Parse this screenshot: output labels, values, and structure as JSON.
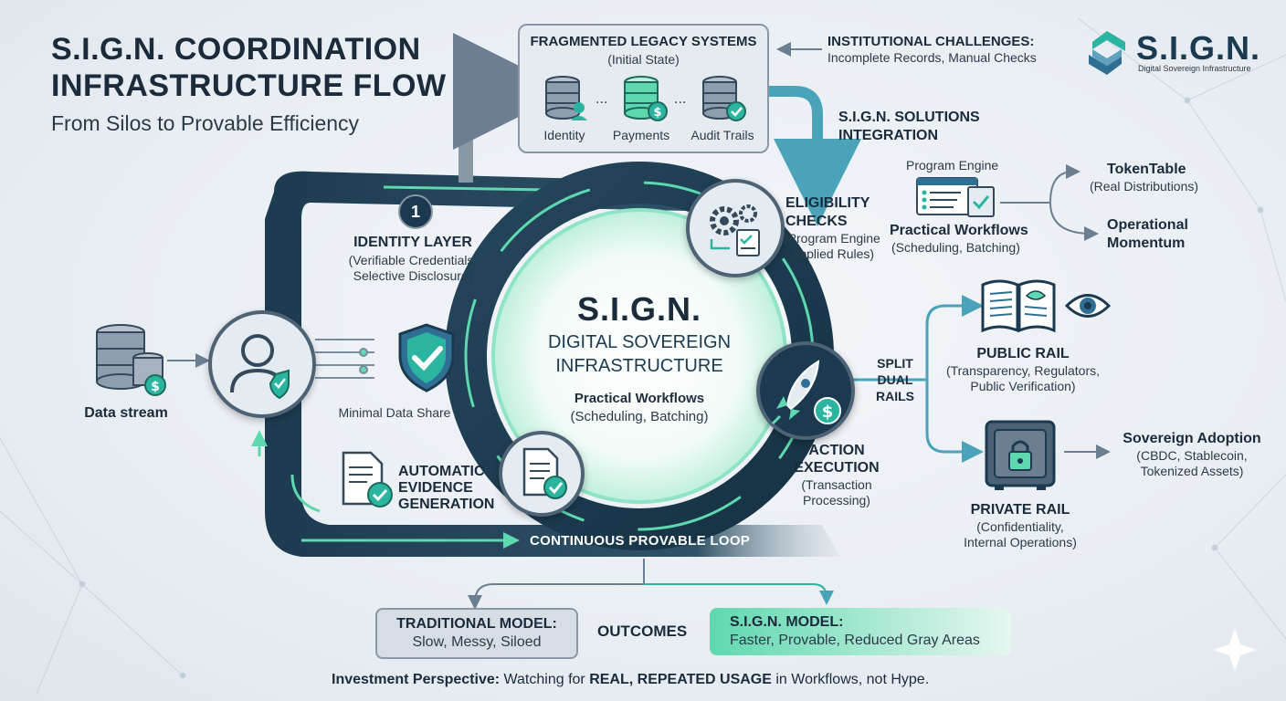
{
  "header": {
    "title": "S.I.G.N. COORDINATION\nINFRASTRUCTURE FLOW",
    "subtitle": "From Silos to Provable Efficiency"
  },
  "brand": {
    "name": "S.I.G.N.",
    "tagline": "Digital Sovereign Infrastructure"
  },
  "legacy": {
    "title": "FRAGMENTED LEGACY SYSTEMS",
    "subtitle": "(Initial State)",
    "items": [
      "Identity",
      "Payments",
      "Audit Trails"
    ],
    "ellipsis": "..."
  },
  "challenges": {
    "title": "INSTITUTIONAL CHALLENGES:",
    "detail": "Incomplete Records, Manual Checks"
  },
  "solutions": {
    "title": "S.I.G.N. SOLUTIONS",
    "subtitle": "INTEGRATION"
  },
  "step": {
    "number": "1"
  },
  "identity_layer": {
    "title": "IDENTITY LAYER",
    "detail1": "(Verifiable Credentials,",
    "detail2": "Selective Disclosure)"
  },
  "data_stream": {
    "label": "Data stream"
  },
  "minimal_share": {
    "label": "Minimal Data Share"
  },
  "center": {
    "title": "S.I.G.N.",
    "line1": "DIGITAL SOVEREIGN",
    "line2": "INFRASTRUCTURE",
    "workflows": "Practical Workflows",
    "workflows_detail": "(Scheduling, Batching)"
  },
  "eligibility": {
    "title1": "ELIGIBILITY",
    "title2": "CHECKS",
    "detail1": "(Program Engine",
    "detail2": "Applied Rules)"
  },
  "program_engine": {
    "label": "Program Engine",
    "workflows": "Practical Workflows",
    "workflows_detail": "(Scheduling, Batching)"
  },
  "tokentable": {
    "title": "TokenTable",
    "detail": "(Real Distributions)"
  },
  "momentum": {
    "line1": "Operational",
    "line2": "Momentum"
  },
  "split": {
    "line1": "SPLIT",
    "line2": "DUAL",
    "line3": "RAILS"
  },
  "public_rail": {
    "title": "PUBLIC RAIL",
    "detail1": "(Transparency, Regulators,",
    "detail2": "Public Verification)"
  },
  "private_rail": {
    "title": "PRIVATE RAIL",
    "detail1": "(Confidentiality,",
    "detail2": "Internal Operations)"
  },
  "sovereign": {
    "title": "Sovereign Adoption",
    "detail1": "(CBDC, Stablecoin,",
    "detail2": "Tokenized Assets)"
  },
  "action": {
    "title1": "ACTION",
    "title2": "EXECUTION",
    "detail1": "(Transaction",
    "detail2": "Processing)"
  },
  "evidence": {
    "line1": "AUTOMATIC",
    "line2": "EVIDENCE",
    "line3": "GENERATION"
  },
  "loop": {
    "label": "CONTINUOUS PROVABLE LOOP"
  },
  "outcomes": {
    "label": "OUTCOMES",
    "traditional_title": "TRADITIONAL MODEL:",
    "traditional_detail": "Slow, Messy, Siloed",
    "sign_title": "S.I.G.N. MODEL:",
    "sign_detail": "Faster, Provable, Reduced Gray Areas"
  },
  "footer": {
    "lead": "Investment Perspective:",
    "mid": " Watching for ",
    "emph": "REAL, REPEATED USAGE",
    "tail": " in Workflows, not Hype."
  },
  "colors": {
    "navy": "#1c3a4f",
    "teal": "#2bb5a0",
    "mint": "#5fd8b0",
    "slate": "#6b7f91",
    "arrow_blue": "#4aa3b8"
  }
}
